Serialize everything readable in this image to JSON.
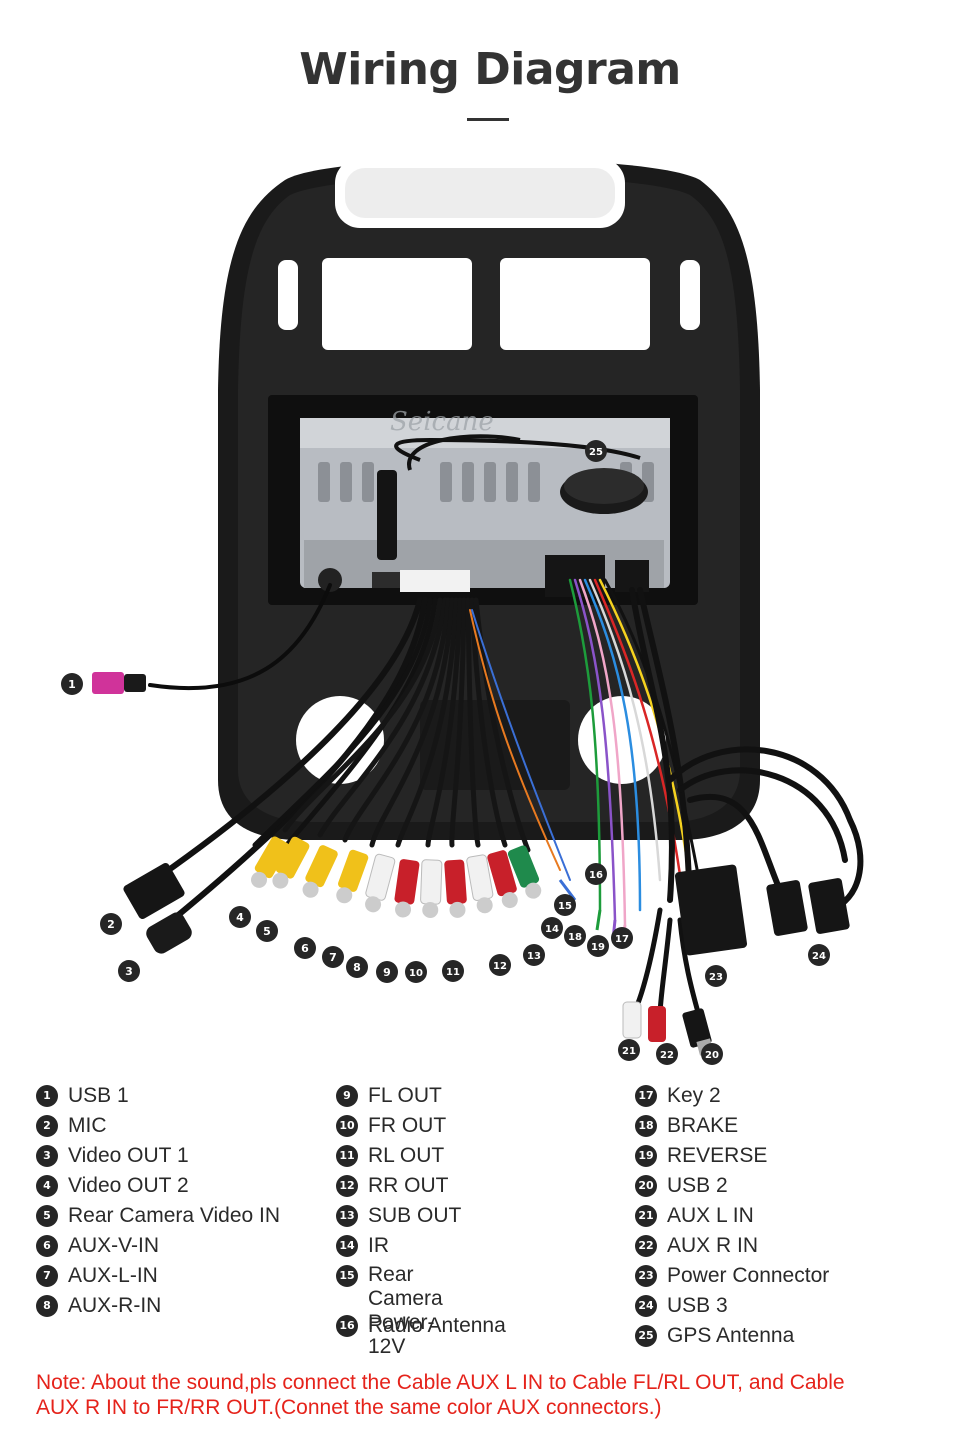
{
  "title": "Wiring Diagram",
  "watermark": "Seicane",
  "callouts": [
    "1",
    "2",
    "3",
    "4",
    "5",
    "6",
    "7",
    "8",
    "9",
    "10",
    "11",
    "12",
    "13",
    "14",
    "15",
    "16",
    "17",
    "18",
    "19",
    "20",
    "21",
    "22",
    "23",
    "24",
    "25"
  ],
  "legend": {
    "col1": [
      {
        "num": "1",
        "label": "USB 1"
      },
      {
        "num": "2",
        "label": "MIC"
      },
      {
        "num": "3",
        "label": "Video OUT 1"
      },
      {
        "num": "4",
        "label": "Video OUT 2"
      },
      {
        "num": "5",
        "label": "Rear Camera Video IN"
      },
      {
        "num": "6",
        "label": "AUX-V-IN"
      },
      {
        "num": "7",
        "label": "AUX-L-IN"
      },
      {
        "num": "8",
        "label": "AUX-R-IN"
      }
    ],
    "col2": [
      {
        "num": "9",
        "label": "FL OUT"
      },
      {
        "num": "10",
        "label": "FR OUT"
      },
      {
        "num": "11",
        "label": "RL OUT"
      },
      {
        "num": "12",
        "label": "RR OUT"
      },
      {
        "num": "13",
        "label": "SUB OUT"
      },
      {
        "num": "14",
        "label": "IR"
      },
      {
        "num": "15",
        "label": "Rear Camera\nPower-12V"
      },
      {
        "num": "16",
        "label": "Radio Antenna"
      }
    ],
    "col3": [
      {
        "num": "17",
        "label": "Key 2"
      },
      {
        "num": "18",
        "label": "BRAKE"
      },
      {
        "num": "19",
        "label": "REVERSE"
      },
      {
        "num": "20",
        "label": "USB 2"
      },
      {
        "num": "21",
        "label": "AUX L IN"
      },
      {
        "num": "22",
        "label": "AUX R IN"
      },
      {
        "num": "23",
        "label": "Power Connector"
      },
      {
        "num": "24",
        "label": "USB 3"
      },
      {
        "num": "25",
        "label": "GPS Antenna"
      }
    ]
  },
  "note": "Note: About the sound,pls connect the Cable AUX L IN to Cable FL/RL OUT, and Cable\nAUX R IN to  FR/RR OUT.(Connet the same color AUX connectors.)",
  "colors": {
    "frame": "#141414",
    "note": "#e5231b",
    "badge": "#262626",
    "red_rca": "#c8202a",
    "yellow_rca": "#f0c11a",
    "white_rca": "#f1f1f1",
    "green_rca": "#1f8a4c"
  }
}
